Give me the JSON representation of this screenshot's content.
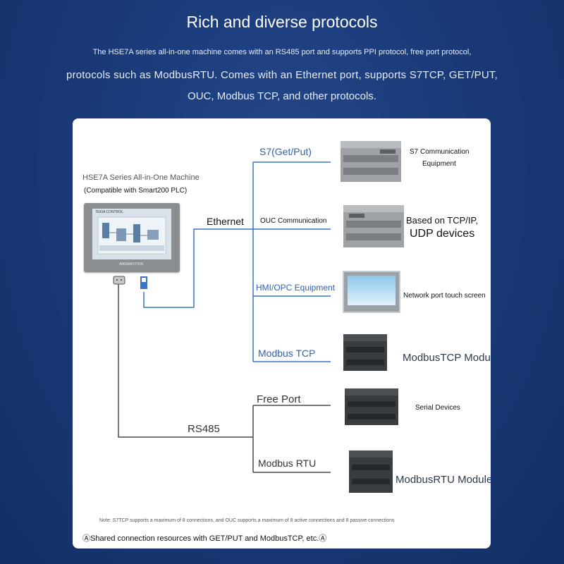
{
  "header": {
    "title": "Rich and diverse protocols",
    "intro_line1": "The HSE7A series all-in-one machine comes with an RS485 port and supports PPI protocol, free port protocol,",
    "intro_line2": "protocols such as ModbusRTU. Comes with an Ethernet port, supports S7TCP, GET/PUT,",
    "intro_line3": "OUC, Modbus TCP, and other protocols."
  },
  "machine": {
    "name": "HSE7A Series All-in-One Machine",
    "compat": "(Compatible with Smart200 PLC)",
    "screen_brand": "TEKIA CONTROL",
    "bottom_brand": "AMSAMOTION"
  },
  "buses": {
    "ethernet": "Ethernet",
    "rs485": "RS485"
  },
  "protocols": {
    "s7": "S7(Get/Put)",
    "ouc": "OUC Communication",
    "hmi": "HMI/OPC Equipment",
    "modbus_tcp": "Modbus TCP",
    "free_port": "Free Port",
    "modbus_rtu": "Modbus RTU"
  },
  "devices": {
    "s7_line1": "S7 Communication",
    "s7_line2": "Equipment",
    "tcpip_line1": "Based on TCP/IP,",
    "tcpip_line2": "UDP devices",
    "touch": "Network port touch screen",
    "mtcp_module": "ModbusTCP Module",
    "serial": "Serial Devices",
    "mrtu_module": "ModbusRTU Module"
  },
  "notes": {
    "note1": "Note: S7TCP supports a maximum of 8 connections, and OUC supports a maximum of 8 active connections and 8 passive connections",
    "note2": "ⒶShared connection resources with GET/PUT and ModbusTCP, etc.Ⓐ"
  },
  "colors": {
    "background": "#1a3a78",
    "line_blue": "#3b73c4",
    "line_gray": "#4a4a4a",
    "protocol_text": "#2f62b0"
  }
}
